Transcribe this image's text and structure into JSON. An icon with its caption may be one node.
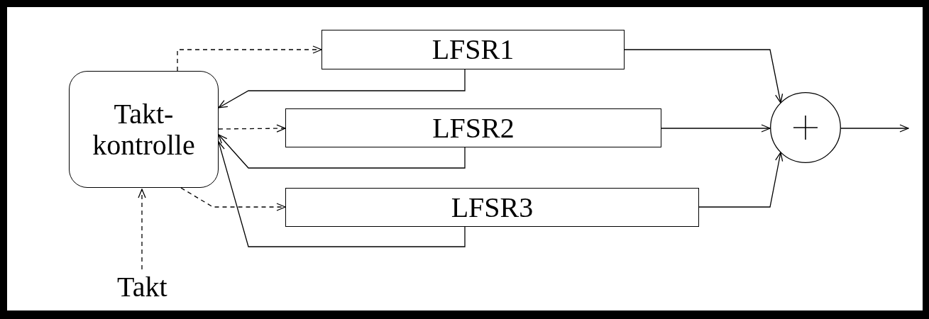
{
  "diagram": {
    "nodes": [
      {
        "text": [
          "Takt- kontrolle"
        ]
      },
      {
        "text": [
          "LFSR1"
        ]
      },
      {
        "text": [
          "LFSR2"
        ]
      },
      {
        "text": [
          "LFSR3"
        ]
      },
      {
        "text": [],
        "shape": "circle"
      },
      {
        "text": [
          "Takt"
        ]
      }
    ],
    "edges": [
      {
        "from": 5,
        "to": 0,
        "arrow": "to",
        "style": "dashed"
      },
      {
        "from": 0,
        "to": 1,
        "arrow": "to",
        "style": "dashed"
      },
      {
        "from": 0,
        "to": 2,
        "arrow": "to",
        "style": "dashed"
      },
      {
        "from": 0,
        "to": 3,
        "arrow": "to",
        "style": "dashed"
      },
      {
        "from": 1,
        "to": 0,
        "arrow": "to"
      },
      {
        "from": 2,
        "to": 0,
        "arrow": "to"
      },
      {
        "from": 3,
        "to": 0,
        "arrow": "to"
      },
      {
        "from": 1,
        "to": 4,
        "arrow": "to"
      },
      {
        "from": 2,
        "to": 4,
        "arrow": "to"
      },
      {
        "from": 3,
        "to": 4,
        "arrow": "to"
      },
      {
        "from": 4,
        "to": null,
        "arrow": "to"
      }
    ]
  }
}
